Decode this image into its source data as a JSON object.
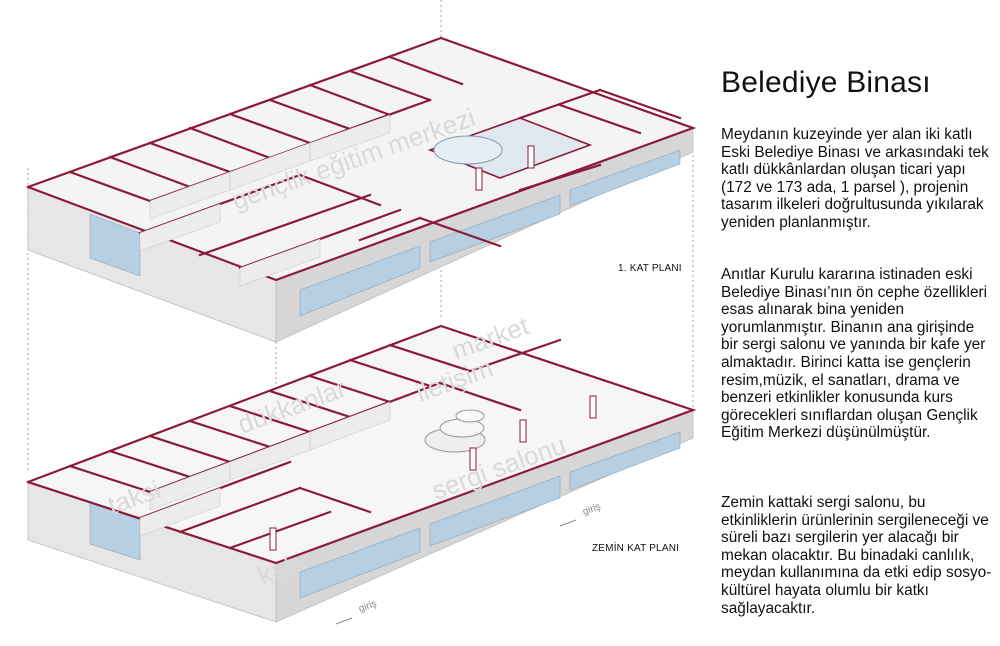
{
  "title": "Belediye Binası",
  "paragraphs": [
    "Meydanın kuzeyinde yer alan iki katlı Eski Belediye Binası ve arkasındaki tek katlı dükkânlardan oluşan ticari yapı (172 ve 173 ada, 1 parsel ), projenin tasarım ilkeleri doğrultusunda yıkılarak yeniden planlanmıştır.",
    "Anıtlar Kurulu kararına istinaden eski Belediye Binası’nın ön cephe özellikleri esas alınarak bina yeniden yorumlanmıştır. Binanın ana girişinde bir sergi salonu ve yanında bir kafe yer almaktadır. Birinci katta ise gençlerin resim,müzik, el sanatları, drama ve benzeri etkinlikler konusunda kurs görecekleri sınıflardan oluşan Gençlik Eğitim Merkezi düşünülmüştür.",
    "Zemin kattaki sergi salonu, bu etkinliklerin ürünlerinin sergileneceği ve süreli bazı sergilerin yer alacağı bir mekan olacaktır. Bu binadaki canlılık, meydan kullanımına da etki edip  sosyo-kültürel hayata olumlu bir katkı sağlayacaktır."
  ],
  "plans": {
    "first_floor_label": "1. KAT PLANI",
    "ground_floor_label": "ZEMİN KAT PLANI"
  },
  "room_labels": {
    "genclik": "gençlik eğitim merkezi",
    "dukkanlar": "dükkanlar",
    "market": "market",
    "iletisim": "iletişim",
    "sergi": "sergi salonu",
    "taksi": "taksi",
    "kafe": "kafe",
    "giris": "giriş"
  },
  "colors": {
    "wall_top": "#8b1a3a",
    "wall_face": "#ebebeb",
    "wall_side": "#c9c9c9",
    "floor": "#f6f6f6",
    "glass": "#a9c6dd"
  }
}
